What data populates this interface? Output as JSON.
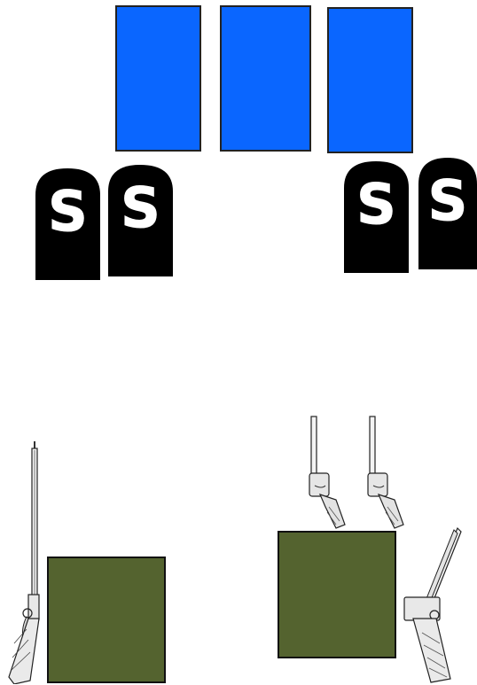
{
  "colors": {
    "card": "#0a66ff",
    "tombstone": "#000000",
    "crate": "#54632f"
  },
  "tombstones": [
    {
      "letter": "S"
    },
    {
      "letter": "S"
    },
    {
      "letter": "S"
    },
    {
      "letter": "S"
    }
  ],
  "icons": {
    "rifle": "rifle-icon",
    "revolver": "revolver-icon",
    "shotgun": "shotgun-icon"
  }
}
